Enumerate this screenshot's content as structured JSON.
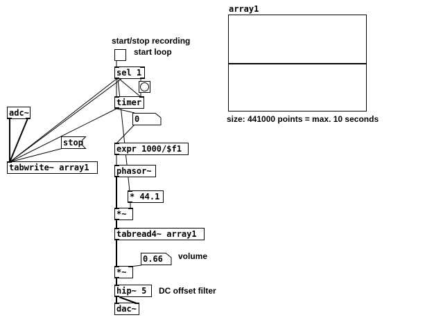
{
  "comments": {
    "start_stop": "start/stop recording",
    "start_loop": "start loop",
    "volume": "volume",
    "dc_offset": "DC offset filter",
    "array_size": "size: 441000 points = max. 10 seconds"
  },
  "array": {
    "name": "array1"
  },
  "objects": {
    "sel": "sel 1",
    "timer": "timer",
    "adc": "adc~",
    "tabwrite": "tabwrite~ array1",
    "expr": "expr 1000/$f1",
    "phasor": "phasor~",
    "mul441": "* 44.1",
    "mulsig1": "*~",
    "tabread": "tabread4~ array1",
    "mulsig2": "*~",
    "hip": "hip~ 5",
    "dac": "dac~"
  },
  "messages": {
    "stop": "stop"
  },
  "numbers": {
    "timer_out": "0",
    "volume": "0.66"
  }
}
